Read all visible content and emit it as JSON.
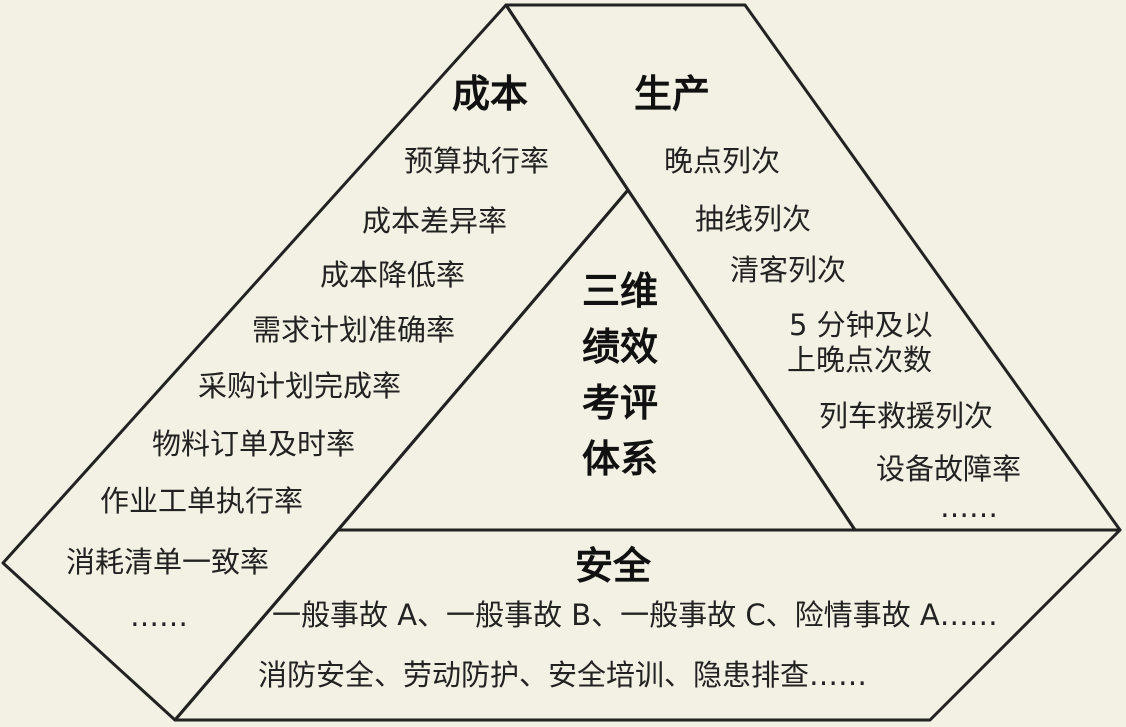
{
  "cost": {
    "title": "成本",
    "items": [
      "预算执行率",
      "成本差异率",
      "成本降低率",
      "需求计划准确率",
      "采购计划完成率",
      "物料订单及时率",
      "作业工单执行率",
      "消耗清单一致率",
      "……"
    ]
  },
  "production": {
    "title": "生产",
    "items": [
      "晚点列次",
      "抽线列次",
      "清客列次",
      "5 分钟及以",
      "上晚点次数",
      "列车救援列次",
      "设备故障率",
      "……"
    ]
  },
  "center": {
    "title": "三维绩效考评体系"
  },
  "safety": {
    "title": "安全",
    "items": [
      "一般事故 A、一般事故 B、一般事故 C、险情事故 A……",
      "消防安全、劳动防护、安全培训、隐患排查……"
    ]
  }
}
